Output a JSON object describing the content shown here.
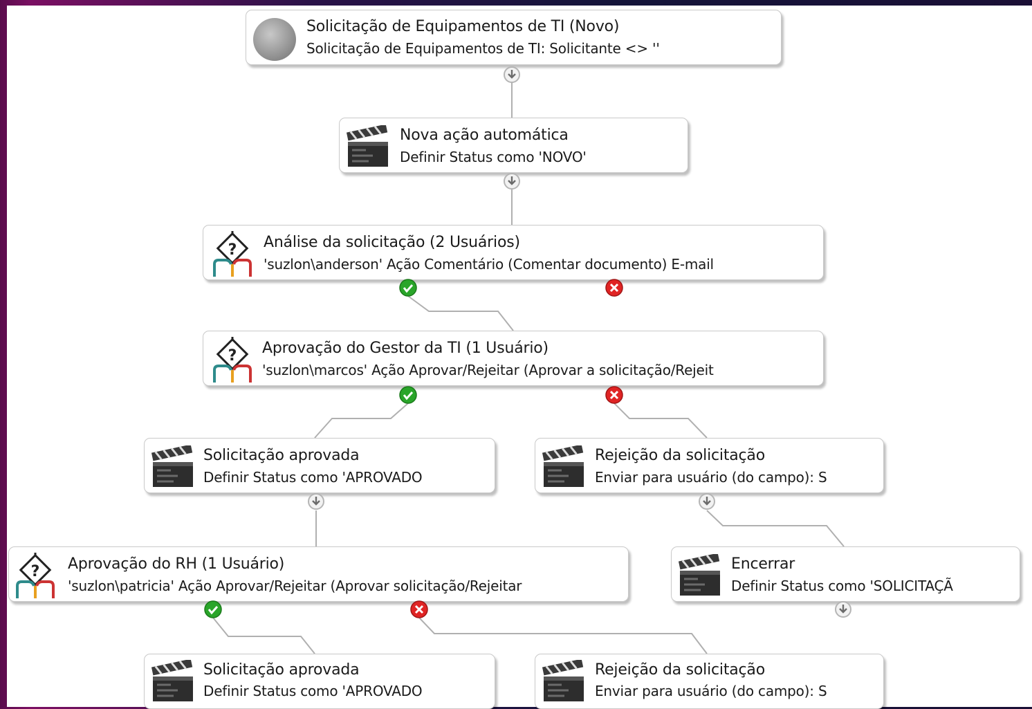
{
  "nodes": {
    "start": {
      "title": "Solicitação de Equipamentos de TI (Novo)",
      "subtitle": "Solicitação de Equipamentos de TI: Solicitante <> ''",
      "icon": "start-circle-icon"
    },
    "auto1": {
      "title": "Nova ação automática",
      "subtitle": "Definir Status como 'NOVO'",
      "icon": "clapperboard-icon"
    },
    "analise": {
      "title": "Análise da solicitação  (2 Usuários)",
      "subtitle": "'suzlon\\anderson' Ação Comentário (Comentar documento) E-mail",
      "icon": "decision-icon"
    },
    "gestor": {
      "title": "Aprovação do Gestor da TI (1 Usuário)",
      "subtitle": "'suzlon\\marcos' Ação Aprovar/Rejeitar (Aprovar a solicitação/Rejeit",
      "icon": "decision-icon"
    },
    "aprovada1": {
      "title": "Solicitação aprovada",
      "subtitle": "Definir Status como 'APROVADO",
      "icon": "clapperboard-icon"
    },
    "rejeicao1": {
      "title": "Rejeição da solicitação",
      "subtitle": "Enviar para usuário (do campo): S",
      "icon": "clapperboard-icon"
    },
    "rh": {
      "title": "Aprovação do RH (1 Usuário)",
      "subtitle": "'suzlon\\patricia' Ação Aprovar/Rejeitar (Aprovar solicitação/Rejeitar",
      "icon": "decision-icon"
    },
    "encerrar": {
      "title": "Encerrar",
      "subtitle": "Definir Status como 'SOLICITAÇÃ",
      "icon": "clapperboard-icon"
    },
    "aprovada2": {
      "title": "Solicitação aprovada",
      "subtitle": "Definir Status como 'APROVADO",
      "icon": "clapperboard-icon"
    },
    "rejeicao2": {
      "title": "Rejeição da solicitação",
      "subtitle": "Enviar para usuário (do campo): S",
      "icon": "clapperboard-icon"
    }
  },
  "colors": {
    "approve": "#2aa52a",
    "reject": "#e02424",
    "connector": "#bcbcbc",
    "line": "#b0b0b0"
  }
}
